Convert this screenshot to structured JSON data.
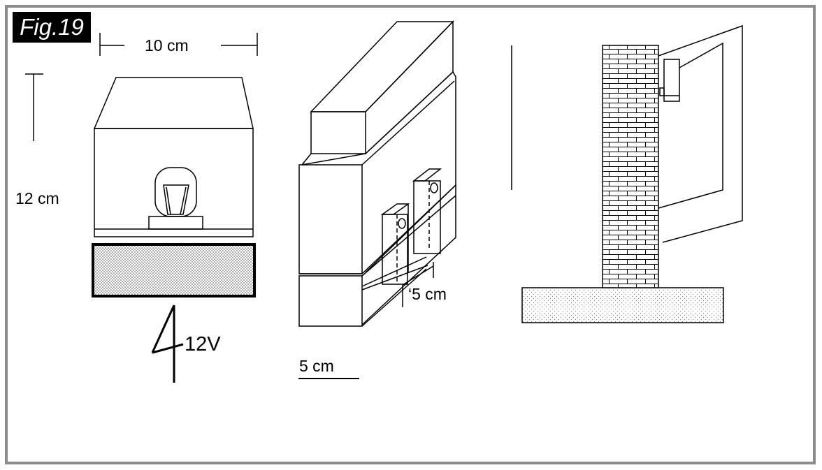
{
  "figure": {
    "label": "Fig.19"
  },
  "lamp_view": {
    "width_label": "10 cm",
    "height_label": "12 cm",
    "voltage_label": "12V"
  },
  "box_view": {
    "depth_label": "‘5 cm",
    "scale_label": "5 cm"
  },
  "colors": {
    "frame": "#8c8c8c",
    "badge": "#000000",
    "ink": "#000000",
    "fill_dots": "#6a6a6a"
  }
}
